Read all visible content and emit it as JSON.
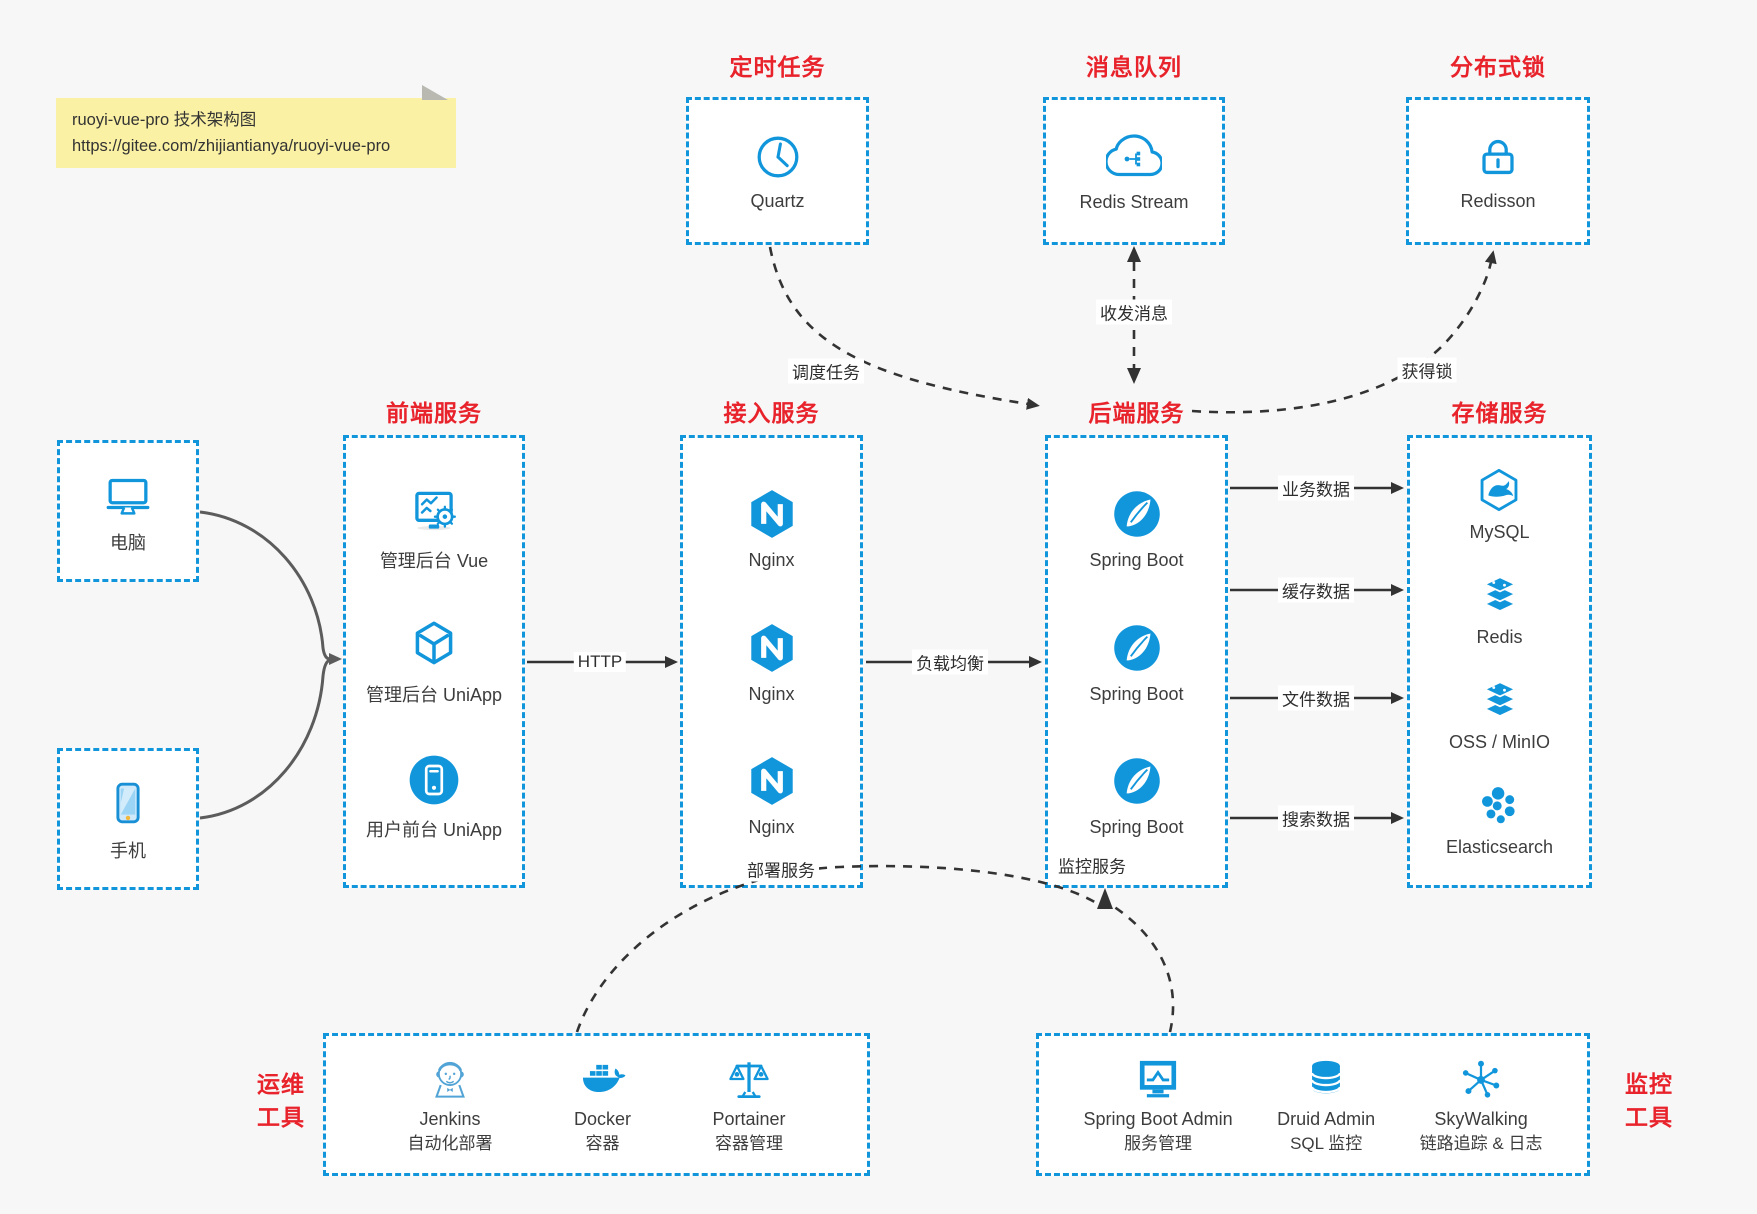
{
  "note": {
    "line1": "ruoyi-vue-pro 技术架构图",
    "line2": "https://gitee.com/zhijiantianya/ruoyi-vue-pro"
  },
  "palette": {
    "box_border_blue": "#1296db",
    "title_red": "#e8232b",
    "icon_blue": "#1296db",
    "arrow_dark": "#333333",
    "client_arrow_gray": "#5c5c5c",
    "note_yellow": "#faf1a4",
    "background": "#f7f7f8"
  },
  "top_groups": [
    {
      "title": "定时任务",
      "item": {
        "icon": "clock-icon",
        "label": "Quartz"
      }
    },
    {
      "title": "消息队列",
      "item": {
        "icon": "cloud-stream-icon",
        "label": "Redis Stream"
      }
    },
    {
      "title": "分布式锁",
      "item": {
        "icon": "lock-icon",
        "label": "Redisson"
      }
    }
  ],
  "clients": [
    {
      "icon": "desktop-icon",
      "label": "电脑"
    },
    {
      "icon": "mobile-icon",
      "label": "手机"
    }
  ],
  "main_groups": [
    {
      "title": "前端服务",
      "items": [
        {
          "icon": "admin-vue-icon",
          "label": "管理后台 Vue"
        },
        {
          "icon": "uniapp-cube-icon",
          "label": "管理后台 UniApp"
        },
        {
          "icon": "user-app-icon",
          "label": "用户前台 UniApp"
        }
      ]
    },
    {
      "title": "接入服务",
      "items": [
        {
          "icon": "nginx-icon",
          "label": "Nginx"
        },
        {
          "icon": "nginx-icon",
          "label": "Nginx"
        },
        {
          "icon": "nginx-icon",
          "label": "Nginx"
        }
      ]
    },
    {
      "title": "后端服务",
      "items": [
        {
          "icon": "spring-boot-icon",
          "label": "Spring Boot"
        },
        {
          "icon": "spring-boot-icon",
          "label": "Spring Boot"
        },
        {
          "icon": "spring-boot-icon",
          "label": "Spring Boot"
        }
      ]
    },
    {
      "title": "存储服务",
      "items": [
        {
          "icon": "mysql-icon",
          "label": "MySQL"
        },
        {
          "icon": "redis-stack-icon",
          "label": "Redis"
        },
        {
          "icon": "storage-stack-icon",
          "label": "OSS / MinIO"
        },
        {
          "icon": "elasticsearch-icon",
          "label": "Elasticsearch"
        }
      ]
    }
  ],
  "bottom_groups": [
    {
      "title": [
        "运维",
        "工具"
      ],
      "items": [
        {
          "icon": "jenkins-icon",
          "name": "Jenkins",
          "desc": "自动化部署"
        },
        {
          "icon": "docker-icon",
          "name": "Docker",
          "desc": "容器"
        },
        {
          "icon": "portainer-icon",
          "name": "Portainer",
          "desc": "容器管理"
        }
      ]
    },
    {
      "title": [
        "监控",
        "工具"
      ],
      "items": [
        {
          "icon": "spring-boot-admin-icon",
          "name": "Spring Boot Admin",
          "desc": "服务管理"
        },
        {
          "icon": "druid-icon",
          "name": "Druid Admin",
          "desc": "SQL 监控"
        },
        {
          "icon": "skywalking-icon",
          "name": "SkyWalking",
          "desc": "链路追踪 & 日志"
        }
      ]
    }
  ],
  "edges": {
    "http": "HTTP",
    "load_balance": "负载均衡",
    "business": "业务数据",
    "cache": "缓存数据",
    "file": "文件数据",
    "search": "搜索数据",
    "schedule": "调度任务",
    "messaging": "收发消息",
    "lock": "获得锁",
    "deploy": "部署服务",
    "monitor": "监控服务"
  }
}
